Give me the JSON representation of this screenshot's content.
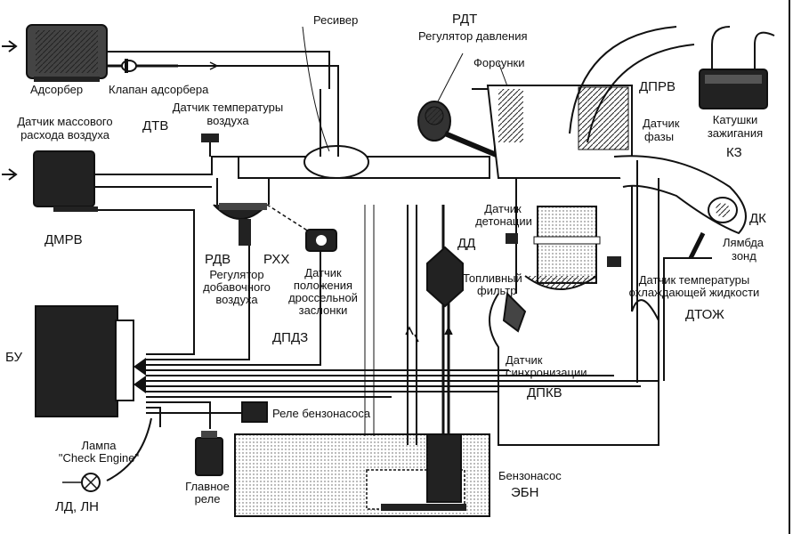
{
  "labels": {
    "adsorber": "Адсорбер",
    "adsorber_valve": "Клапан адсорбера",
    "receiver": "Ресивер",
    "rdt": "РДТ",
    "pressure_regulator": "Регулятор давления",
    "injectors": "Форсунки",
    "dprv": "ДПРВ",
    "ignition_coils_1": "Катушки",
    "ignition_coils_2": "зажигания",
    "kz": "КЗ",
    "phase_sensor_1": "Датчик",
    "phase_sensor_2": "фазы",
    "air_temp_sensor_1": "Датчик температуры",
    "air_temp_sensor_2": "воздуха",
    "dtv": "ДТВ",
    "mass_air_flow_1": "Датчик массового",
    "mass_air_flow_2": "расхода воздуха",
    "dmrv": "ДМРВ",
    "knock_sensor_1": "Датчик",
    "knock_sensor_2": "детонации",
    "dd": "ДД",
    "dk": "ДК",
    "lambda_1": "Лямбда",
    "lambda_2": "зонд",
    "rdv": "РДВ",
    "rxx": "РХХ",
    "aux_air_1": "Регулятор",
    "aux_air_2": "добавочного",
    "aux_air_3": "воздуха",
    "tps_1": "Датчик",
    "tps_2": "положения",
    "tps_3": "дроссельной",
    "tps_4": "заслонки",
    "dpdz": "ДПДЗ",
    "fuel_filter_1": "Топливный",
    "fuel_filter_2": "фильтр",
    "coolant_temp_1": "Датчик температуры",
    "coolant_temp_2": "охлаждающей жидкости",
    "dtozh": "ДТОЖ",
    "bu": "БУ",
    "sync_sensor_1": "Датчик",
    "sync_sensor_2": "синхронизации",
    "dpkv": "ДПКВ",
    "fuel_pump_relay": "Реле бензонасоса",
    "check_engine_1": "Лампа",
    "check_engine_2": "\"Check Engine\"",
    "ld_ln": "ЛД, ЛН",
    "main_relay_1": "Главное",
    "main_relay_2": "реле",
    "fuel_pump_1": "Бензонасос",
    "fuel_pump_2": "ЭБН"
  }
}
